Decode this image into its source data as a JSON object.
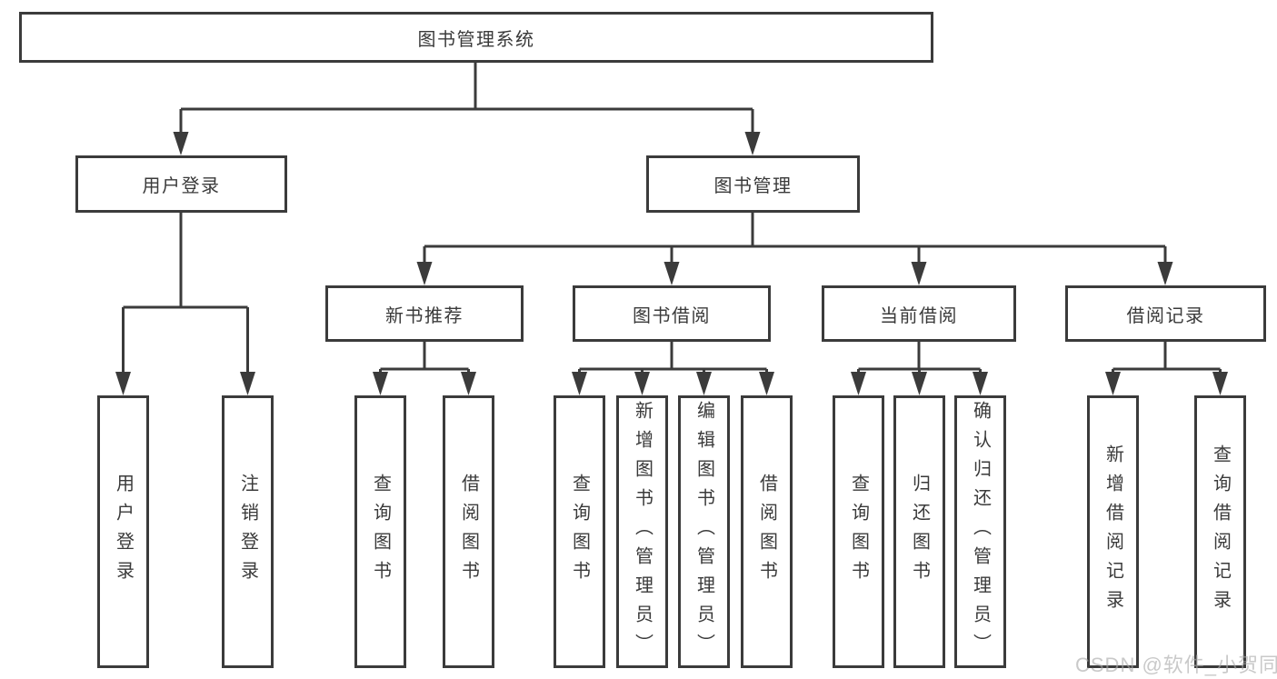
{
  "diagram": {
    "type": "hierarchy-flowchart",
    "title": "图书管理系统"
  },
  "nodes": [
    {
      "id": "root",
      "label": "图书管理系统",
      "level": 1,
      "parent": null,
      "vertical": false
    },
    {
      "id": "user-login",
      "label": "用户登录",
      "level": 2,
      "parent": "root",
      "vertical": false
    },
    {
      "id": "book-mgmt",
      "label": "图书管理",
      "level": 2,
      "parent": "root",
      "vertical": false
    },
    {
      "id": "new-book-rec",
      "label": "新书推荐",
      "level": 3,
      "parent": "book-mgmt",
      "vertical": false
    },
    {
      "id": "book-borrow",
      "label": "图书借阅",
      "level": 3,
      "parent": "book-mgmt",
      "vertical": false
    },
    {
      "id": "current-borrow",
      "label": "当前借阅",
      "level": 3,
      "parent": "book-mgmt",
      "vertical": false
    },
    {
      "id": "borrow-records",
      "label": "借阅记录",
      "level": 3,
      "parent": "book-mgmt",
      "vertical": false
    },
    {
      "id": "leaf-user-login",
      "label": "用户登录",
      "level": 4,
      "parent": "user-login",
      "vertical": true
    },
    {
      "id": "leaf-logout",
      "label": "注销登录",
      "level": 4,
      "parent": "user-login",
      "vertical": true
    },
    {
      "id": "leaf-nbr-query",
      "label": "查询图书",
      "level": 4,
      "parent": "new-book-rec",
      "vertical": true
    },
    {
      "id": "leaf-nbr-borrow",
      "label": "借阅图书",
      "level": 4,
      "parent": "new-book-rec",
      "vertical": true
    },
    {
      "id": "leaf-bb-query",
      "label": "查询图书",
      "level": 4,
      "parent": "book-borrow",
      "vertical": true
    },
    {
      "id": "leaf-bb-add",
      "label": "新增图书（管理员）",
      "level": 4,
      "parent": "book-borrow",
      "vertical": true
    },
    {
      "id": "leaf-bb-edit",
      "label": "编辑图书（管理员）",
      "level": 4,
      "parent": "book-borrow",
      "vertical": true
    },
    {
      "id": "leaf-bb-borrow",
      "label": "借阅图书",
      "level": 4,
      "parent": "book-borrow",
      "vertical": true
    },
    {
      "id": "leaf-cb-query",
      "label": "查询图书",
      "level": 4,
      "parent": "current-borrow",
      "vertical": true
    },
    {
      "id": "leaf-cb-return",
      "label": "归还图书",
      "level": 4,
      "parent": "current-borrow",
      "vertical": true
    },
    {
      "id": "leaf-cb-confirm",
      "label": "确认归还（管理员）",
      "level": 4,
      "parent": "current-borrow",
      "vertical": true
    },
    {
      "id": "leaf-br-add",
      "label": "新增借阅记录",
      "level": 4,
      "parent": "borrow-records",
      "vertical": true
    },
    {
      "id": "leaf-br-query",
      "label": "查询借阅记录",
      "level": 4,
      "parent": "borrow-records",
      "vertical": true
    }
  ],
  "watermark": {
    "text": "CSDN @软件_小贺同学"
  },
  "colors": {
    "line": "#3b3b3b",
    "text": "#3a3a3a",
    "box_fill": "#ffffff",
    "background": "#ffffff",
    "watermark": "#a9a9a9"
  }
}
